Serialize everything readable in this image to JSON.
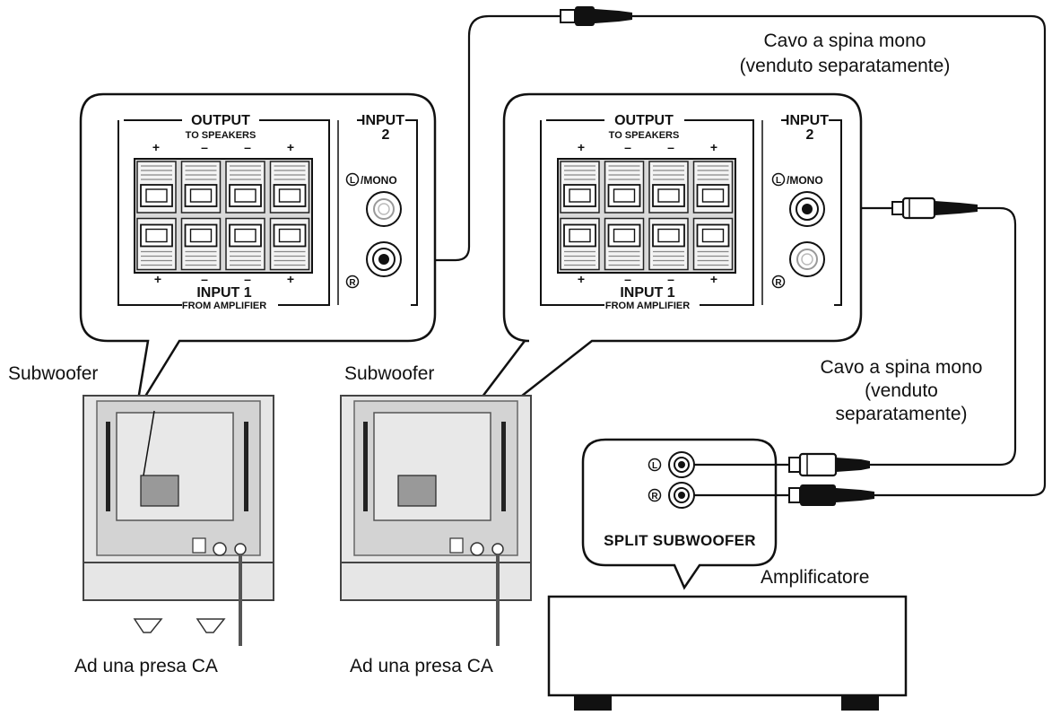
{
  "labels": {
    "cable_top_line1": "Cavo a spina mono",
    "cable_top_line2": "(venduto separatamente)",
    "cable_right_line1": "Cavo a spina mono",
    "cable_right_line2": "(venduto",
    "cable_right_line3": "separatamente)",
    "subwoofer_left": "Subwoofer",
    "subwoofer_mid": "Subwoofer",
    "ac_left": "Ad una presa CA",
    "ac_mid": "Ad una presa CA",
    "amplifier": "Amplificatore",
    "split_subwoofer": "SPLIT SUBWOOFER"
  },
  "panel": {
    "output": "OUTPUT",
    "to_speakers": "TO SPEAKERS",
    "input2_line1": "INPUT",
    "input2_line2": "2",
    "mono": "/MONO",
    "l_mark": "L",
    "r_mark": "R",
    "input1": "INPUT 1",
    "from_amplifier": "FROM AMPLIFIER",
    "plus": "+",
    "minus": "–"
  },
  "colors": {
    "ink": "#111111",
    "gray_fill": "#d9d9d9",
    "mid_gray": "#bdbdbd",
    "background": "#ffffff"
  }
}
